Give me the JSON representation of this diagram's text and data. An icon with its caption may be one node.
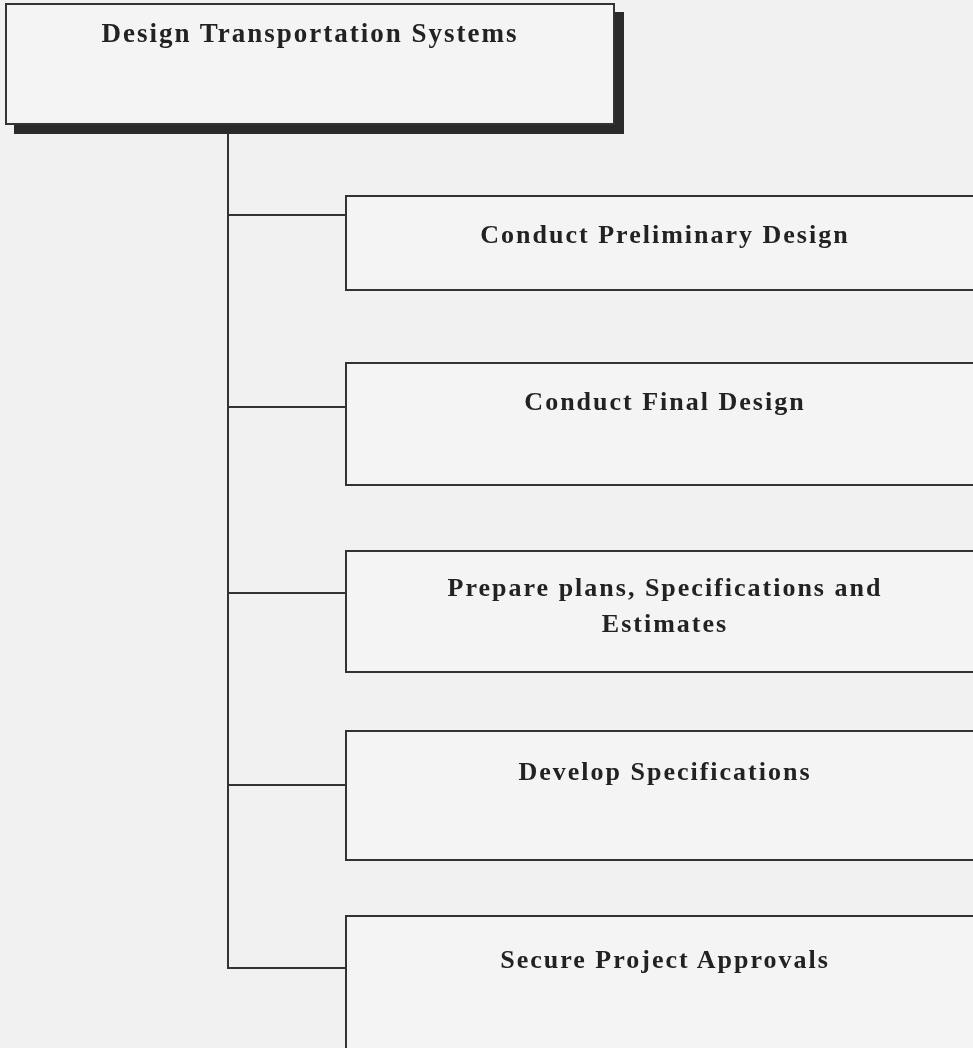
{
  "diagram": {
    "nodes": [
      {
        "text": [
          "Design Transportation Systems"
        ]
      },
      {
        "text": [
          "Conduct Preliminary Design"
        ]
      },
      {
        "text": [
          "Conduct Final Design"
        ]
      },
      {
        "text": [
          "Prepare plans, Specifications and Estimates"
        ]
      },
      {
        "text": [
          "Develop Specifications"
        ]
      },
      {
        "text": [
          "Secure Project Approvals"
        ]
      }
    ],
    "edges": [
      {
        "from": 0,
        "to": 1,
        "arrow": "none"
      },
      {
        "from": 0,
        "to": 2,
        "arrow": "none"
      },
      {
        "from": 0,
        "to": 3,
        "arrow": "none"
      },
      {
        "from": 0,
        "to": 4,
        "arrow": "none"
      },
      {
        "from": 0,
        "to": 5,
        "arrow": "none"
      }
    ]
  }
}
